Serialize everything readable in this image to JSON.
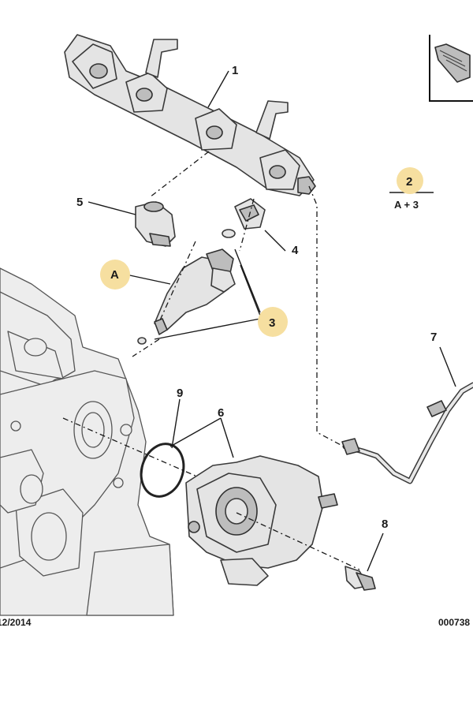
{
  "callouts": {
    "c1": "1",
    "c2": "2",
    "c3": "3",
    "c4": "4",
    "c5": "5",
    "c6": "6",
    "c7": "7",
    "c8": "8",
    "c9": "9",
    "cA": "A"
  },
  "note_2": "A + 3",
  "footer": {
    "date": "12/2014",
    "ref": "000738"
  },
  "colors": {
    "badge": "#f6dfa0",
    "part_fill": "#e4e4e4",
    "outline": "#3a3a3a"
  }
}
